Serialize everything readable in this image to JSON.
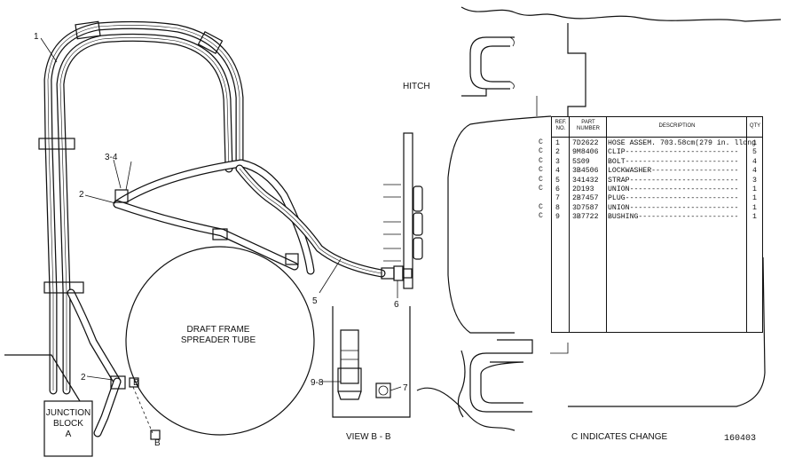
{
  "callouts": {
    "c1": "1",
    "c34": "3-4",
    "c2a": "2",
    "c5": "5",
    "c6": "6",
    "c2b": "2",
    "c98": "9-8",
    "c7": "7"
  },
  "labels": {
    "hitch": "HITCH",
    "spreader_line1": "DRAFT FRAME",
    "spreader_line2": "SPREADER TUBE",
    "junction_line1": "JUNCTION",
    "junction_line2": "BLOCK",
    "junction_line3": "A",
    "view": "VIEW B - B",
    "section_mark": "B",
    "change_note": "C INDICATES CHANGE",
    "drawing_number": "160403"
  },
  "table": {
    "headers": {
      "ref_line1": "REF.",
      "ref_line2": "NO.",
      "part_line1": "PART",
      "part_line2": "NUMBER",
      "description": "DESCRIPTION",
      "qty": "QTY"
    },
    "rows": [
      {
        "change": "C",
        "ref": "1",
        "part": "7D2622",
        "desc": "HOSE ASSEM. 703.58cm(279 in. llong",
        "qty": "1"
      },
      {
        "change": "C",
        "ref": "2",
        "part": "9M8406",
        "desc": "CLIP--------------------------",
        "qty": "5"
      },
      {
        "change": "C",
        "ref": "3",
        "part": "5S09",
        "desc": "BOLT--------------------------",
        "qty": "4"
      },
      {
        "change": "C",
        "ref": "4",
        "part": "3B4506",
        "desc": "LOCKWASHER--------------------",
        "qty": "4"
      },
      {
        "change": "C",
        "ref": "5",
        "part": "341432",
        "desc": "STRAP-------------------------",
        "qty": "3"
      },
      {
        "change": "C",
        "ref": "6",
        "part": "2D193",
        "desc": "UNION-------------------------",
        "qty": "1"
      },
      {
        "change": "",
        "ref": "7",
        "part": "2B7457",
        "desc": "PLUG--------------------------",
        "qty": "1"
      },
      {
        "change": "C",
        "ref": "8",
        "part": "3D7587",
        "desc": "UNION-------------------------",
        "qty": "1"
      },
      {
        "change": "C",
        "ref": "9",
        "part": "3B7722",
        "desc": "BUSHING-----------------------",
        "qty": "1"
      }
    ]
  }
}
